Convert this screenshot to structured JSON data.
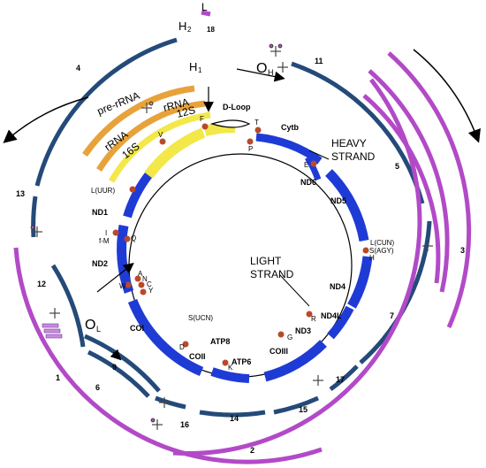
{
  "colors": {
    "gene_blue": "#1f3bd6",
    "transcript_navy": "#244a7a",
    "transcript_magenta": "#b24ac7",
    "rrna_yellow": "#f2e84a",
    "rrna_orange": "#e7a23a",
    "trna_red": "#b84a2a"
  },
  "strand_labels": {
    "heavy_1": "HEAVY",
    "heavy_2": "STRAND",
    "light_1": "LIGHT",
    "light_2": "STRAND"
  },
  "origins": {
    "oh": "O",
    "oh_sub": "H",
    "ol": "O",
    "ol_sub": "L",
    "h1": "H",
    "h1_sub": "1",
    "h2": "H",
    "h2_sub": "2",
    "l": "L"
  },
  "dloop": "D-Loop",
  "rrna_labels": {
    "pre": "pre-rRNA",
    "rrna_outer": "rRNA",
    "rrna_inner": "rRNA",
    "s12": "12S",
    "s16": "16S"
  },
  "genes": {
    "cytb": "Cytb",
    "nd6": "ND6",
    "nd5": "ND5",
    "nd4": "ND4",
    "nd4l": "ND4L",
    "nd3": "ND3",
    "coiii": "COIII",
    "atp6": "ATP6",
    "atp8": "ATP8",
    "coii": "COII",
    "coi": "COI",
    "nd2": "ND2",
    "nd1": "ND1"
  },
  "trnas": {
    "f": "F",
    "v": "V",
    "t": "T",
    "p": "P",
    "e": "E",
    "luur": "L(UUR)",
    "i": "I",
    "fm": "f-M",
    "q": "Q",
    "w": "W",
    "a": "A",
    "n": "N",
    "c": "C",
    "y": "Y",
    "sucn": "S(UCN)",
    "d": "D",
    "k": "K",
    "g": "G",
    "r": "R",
    "lcun": "L(CUN)",
    "sagy": "S(AGY)",
    "h": "H"
  },
  "transcript_numbers": [
    "1",
    "2",
    "3",
    "4",
    "5",
    "6",
    "7",
    "9",
    "11",
    "12",
    "13",
    "14",
    "15",
    "16",
    "17",
    "18"
  ]
}
